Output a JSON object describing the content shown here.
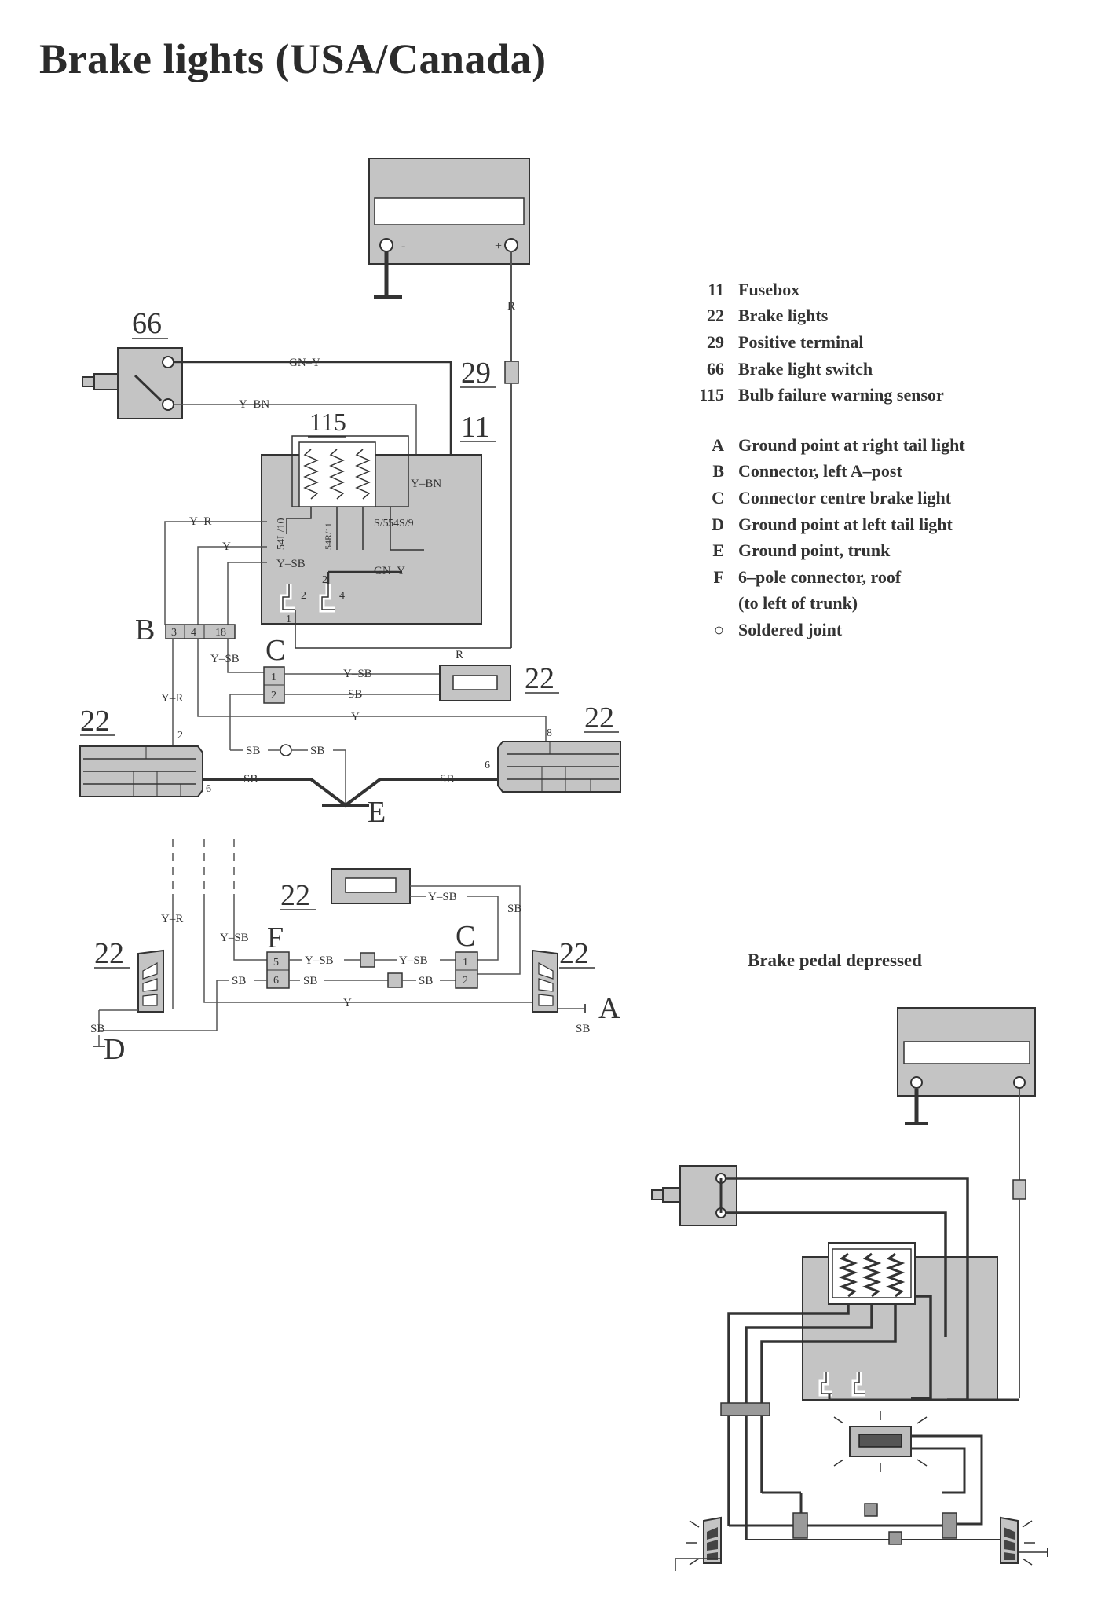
{
  "title": "Brake lights (USA/Canada)",
  "legend": [
    {
      "key": "11",
      "text": "Fusebox"
    },
    {
      "key": "22",
      "text": "Brake lights"
    },
    {
      "key": "29",
      "text": "Positive terminal"
    },
    {
      "key": "66",
      "text": "Brake light switch"
    },
    {
      "key": "115",
      "text": "Bulb failure warning sensor"
    },
    {
      "key": "A",
      "text": "Ground point at right tail light"
    },
    {
      "key": "B",
      "text": "Connector, left A–post"
    },
    {
      "key": "C",
      "text": "Connector centre brake light"
    },
    {
      "key": "D",
      "text": "Ground point at left tail light"
    },
    {
      "key": "E",
      "text": "Ground point, trunk"
    },
    {
      "key": "F",
      "text": "6–pole connector, roof"
    },
    {
      "key": "",
      "text": "(to left of trunk)"
    },
    {
      "key": "○",
      "text": "Soldered joint"
    }
  ],
  "caption": "Brake pedal depressed",
  "components": {
    "switch": "66",
    "positive_terminal": "29",
    "fusebox": "11",
    "sensor": "115",
    "brake_light": "22",
    "connector_b": "B",
    "connector_c": "C",
    "connector_f": "F",
    "ground_a": "A",
    "ground_d": "D",
    "ground_e": "E"
  },
  "battery_marks": {
    "neg": "-",
    "pos": "+"
  },
  "wire_labels": {
    "gn_y": "GN–Y",
    "y_bn": "Y–BN",
    "r": "R",
    "y_r": "Y–R",
    "y": "Y",
    "y_sb": "Y–SB",
    "sb": "SB"
  },
  "terminals": {
    "t54l": "54L/10",
    "t54r": "54R/11",
    "s5": "S/5",
    "t54s": "54S/9"
  },
  "pins": {
    "p1": "1",
    "p2": "2",
    "p3": "3",
    "p4": "4",
    "p5": "5",
    "p6": "6",
    "p8": "8",
    "p18": "18"
  }
}
